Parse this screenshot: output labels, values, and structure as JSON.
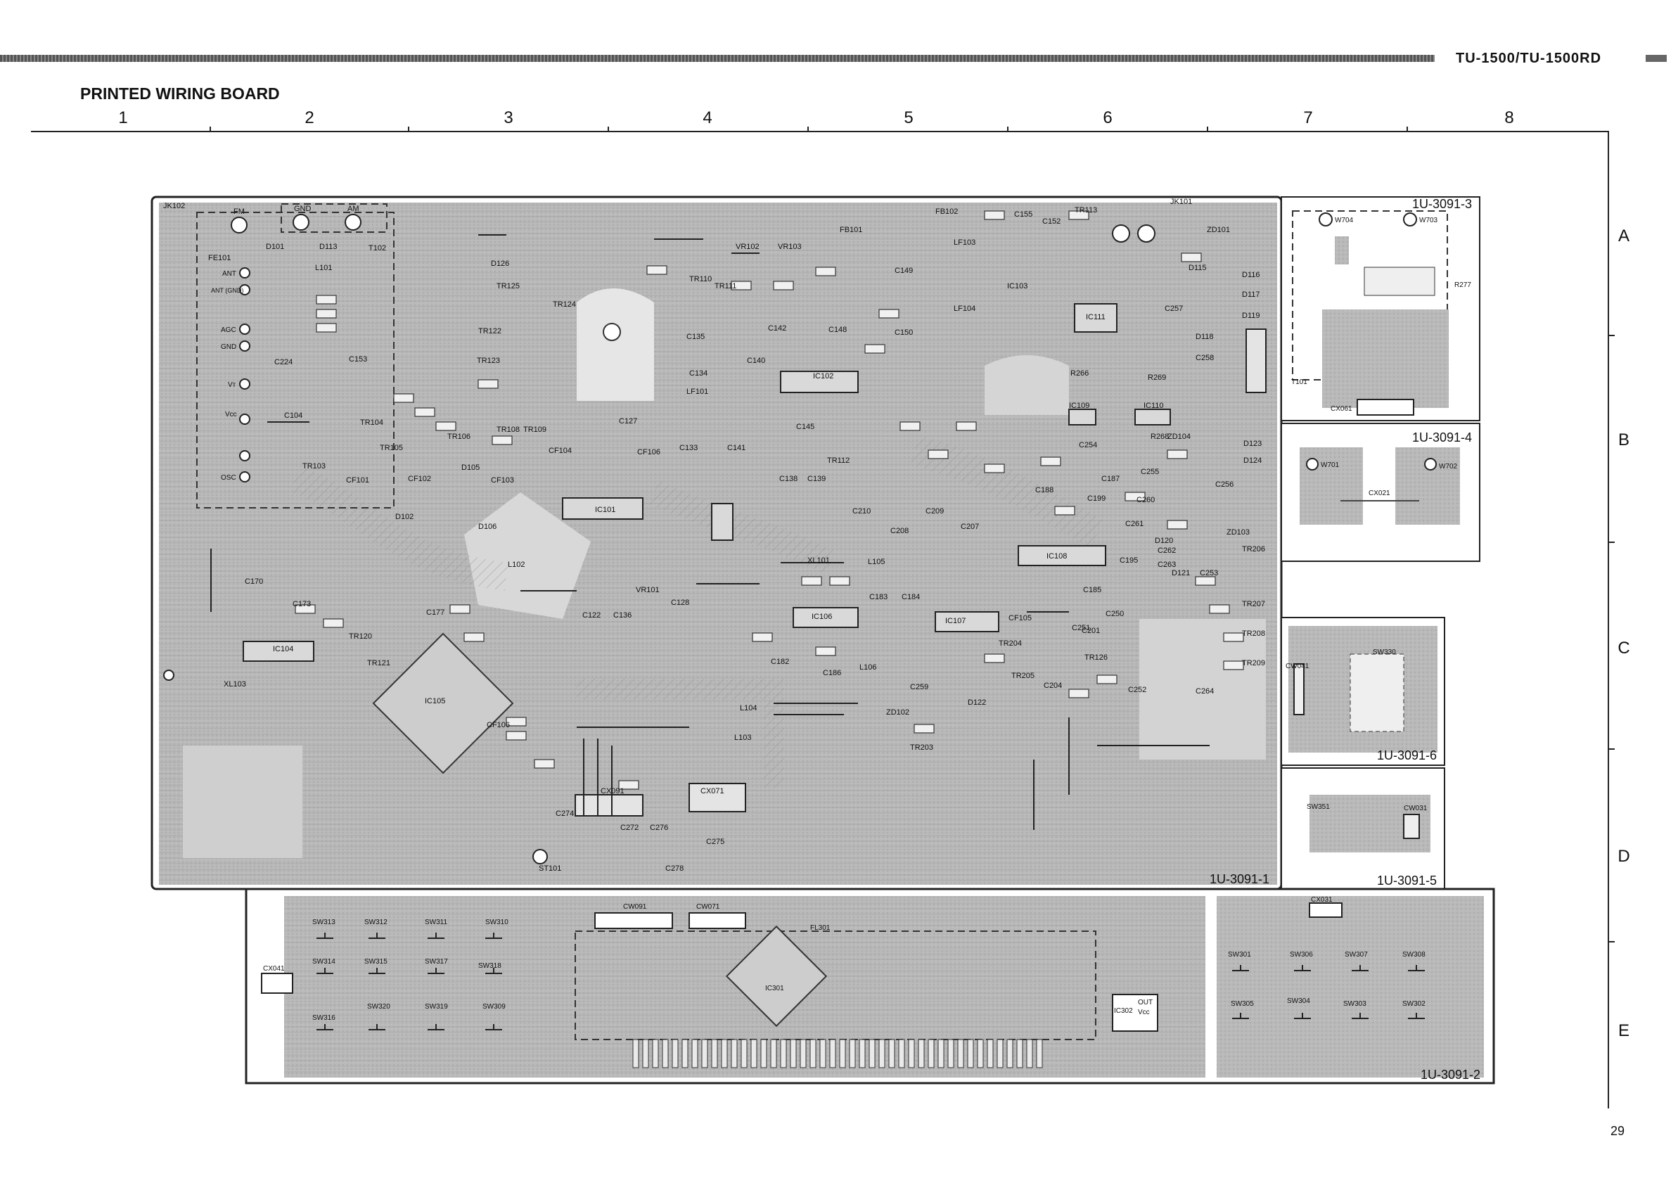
{
  "header": {
    "doc_title": "TU-1500/TU-1500RD",
    "section_title": "PRINTED WIRING BOARD",
    "page_number": "29"
  },
  "grid": {
    "columns": [
      "1",
      "2",
      "3",
      "4",
      "5",
      "6",
      "7",
      "8"
    ],
    "rows": [
      "A",
      "B",
      "C",
      "D",
      "E"
    ]
  },
  "boards": {
    "main": "1U-3091-1",
    "display": "1U-3091-2",
    "b3": "1U-3091-3",
    "b4": "1U-3091-4",
    "b5": "1U-3091-5",
    "b6": "1U-3091-6"
  },
  "terminals": {
    "jk102": "JK102",
    "fm": "FM",
    "gnd": "GND",
    "am": "AM",
    "fe101": "FE101",
    "ant": "ANT",
    "ant_gnd": "ANT (GND)",
    "agc": "AGC",
    "gnd2": "GND",
    "vt": "Vт",
    "vcc": "Vcc",
    "osc": "OSC",
    "jk101": "JK101",
    "st101": "ST101",
    "w704": "W704",
    "w703": "W703",
    "w701": "W701",
    "w702": "W702",
    "r277": "R277",
    "t101": "T101",
    "cx061": "CX061",
    "cx021": "CX021",
    "cw041": "CW041",
    "sw330": "SW330",
    "sw351": "SW351",
    "cw031": "CW031",
    "cx031": "CX031",
    "cx041": "CX041",
    "cw091": "CW091",
    "cw071": "CW071",
    "fl301": "FL301",
    "ic301": "IC301",
    "ic302": "IC302",
    "out": "OUT"
  },
  "ics": {
    "ic101": "IC101",
    "ic102": "IC102",
    "ic103": "IC103",
    "ic104": "IC104",
    "ic105": "IC105",
    "ic106": "IC106",
    "ic107": "IC107",
    "ic108": "IC108",
    "ic109": "IC109",
    "ic110": "IC110",
    "ic111": "IC111",
    "cx091": "CX091",
    "cx071": "CX071"
  },
  "switches_display": [
    "SW313",
    "SW312",
    "SW311",
    "SW310",
    "SW314",
    "SW315",
    "SW317",
    "SW318",
    "SW316",
    "SW320",
    "SW319",
    "SW309"
  ],
  "switches_right": [
    "SW301",
    "SW306",
    "SW307",
    "SW308",
    "SW305",
    "SW304",
    "SW303",
    "SW302"
  ],
  "parts_sample": [
    "D101",
    "D113",
    "T102",
    "L101",
    "C224",
    "C153",
    "C104",
    "TR103",
    "CF101",
    "CF102",
    "D102",
    "D126",
    "TR125",
    "TR124",
    "TR123",
    "TR122",
    "TR104",
    "TR105",
    "TR106",
    "TR108",
    "TR109",
    "CF104",
    "CF103",
    "D105",
    "D106",
    "TR110",
    "TR111",
    "C135",
    "C134",
    "LF101",
    "C133",
    "C127",
    "CF106",
    "C141",
    "C140",
    "C138",
    "C139",
    "C145",
    "TR112",
    "VR102",
    "VR103",
    "FB101",
    "C142",
    "C148",
    "C149",
    "C150",
    "LF103",
    "LF104",
    "FB102",
    "C155",
    "C152",
    "TR113",
    "ZD101",
    "D115",
    "D116",
    "D117",
    "D119",
    "D118",
    "C258",
    "C257",
    "R269",
    "R266",
    "R268",
    "C254",
    "ZD104",
    "D123",
    "D124",
    "C255",
    "C256",
    "C260",
    "C261",
    "D120",
    "D121",
    "C253",
    "ZD103",
    "C251",
    "C252",
    "C250",
    "C204",
    "TR205",
    "TR204",
    "CF105",
    "C207",
    "C208",
    "C209",
    "C210",
    "C184",
    "C183",
    "XL101",
    "L105",
    "C186",
    "L106",
    "C182",
    "C259",
    "ZD102",
    "D122",
    "TR203",
    "L104",
    "L103",
    "CF106",
    "C274",
    "C272",
    "C276",
    "C275",
    "C278",
    "C170",
    "C173",
    "C177",
    "TR120",
    "TR121",
    "XL103",
    "L102",
    "C122",
    "C136",
    "C128",
    "VR101",
    "TR126",
    "TR206",
    "TR207",
    "TR208",
    "TR209",
    "C264",
    "C262",
    "C263",
    "C201",
    "C195",
    "C185",
    "C187",
    "C188",
    "C199"
  ]
}
